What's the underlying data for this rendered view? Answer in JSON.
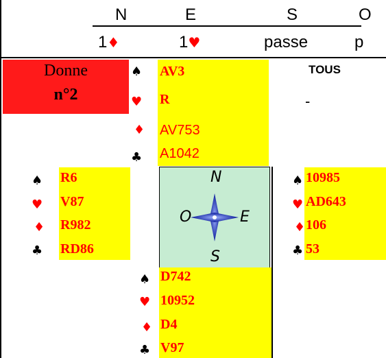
{
  "auction": {
    "headers": {
      "north": "N",
      "east": "E",
      "south": "S",
      "west": "O"
    },
    "bids": {
      "north": {
        "level": "1",
        "suit": "♦"
      },
      "east": {
        "level": "1",
        "suit": "♥"
      },
      "south": "passe",
      "west": "p"
    }
  },
  "deal": {
    "label": "Donne",
    "number": "n°2",
    "vulnerability": "TOUS",
    "dealer_marker": "-"
  },
  "suits": {
    "spades": "♠",
    "hearts": "♥",
    "diamonds": "♦",
    "clubs": "♣"
  },
  "hands": {
    "north": {
      "spades": "AV3",
      "hearts": "R",
      "diamonds": "AV753",
      "clubs": "A1042"
    },
    "west": {
      "spades": "R6",
      "hearts": "V87",
      "diamonds": "R982",
      "clubs": "RD86"
    },
    "east": {
      "spades": "10985",
      "hearts": "AD643",
      "diamonds": "106",
      "clubs": "53"
    },
    "south": {
      "spades": "D742",
      "hearts": "10952",
      "diamonds": "D4",
      "clubs": "V97"
    }
  },
  "compass": {
    "n": "N",
    "s": "S",
    "e": "E",
    "w": "O"
  },
  "colors": {
    "donne_box": "#ff1a1a",
    "hand_bg": "#ffff00",
    "compass_bg": "#c6ecd2",
    "suit_red": "#ff0000"
  }
}
